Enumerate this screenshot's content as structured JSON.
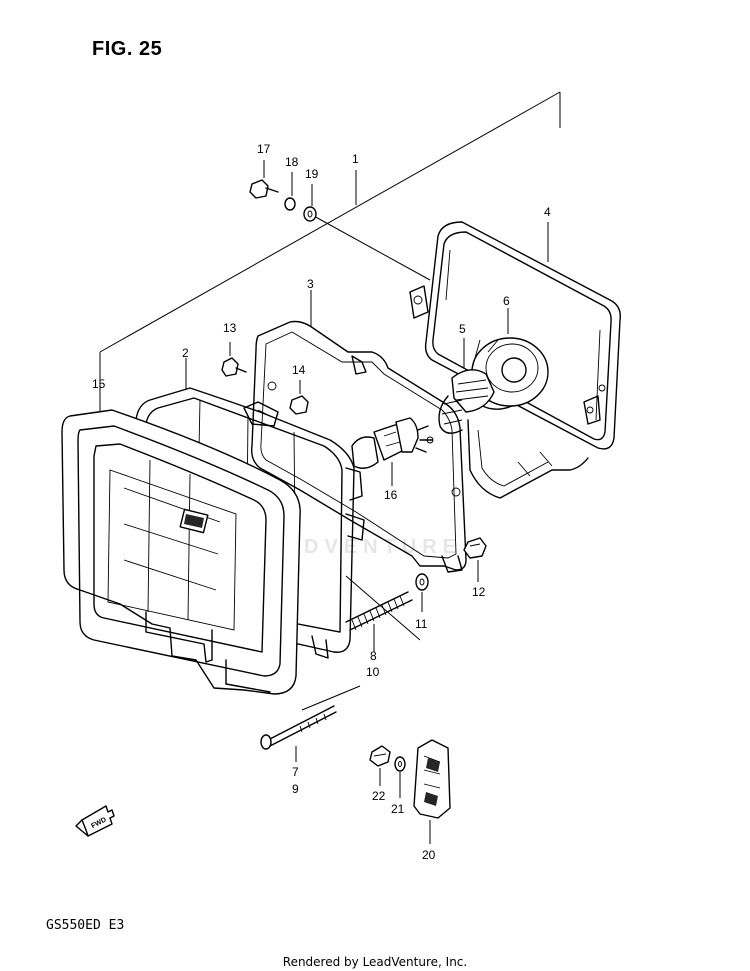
{
  "figure": {
    "title": "FIG. 25"
  },
  "model_code": "GS550ED  E3",
  "watermark": "LEADVENTURE",
  "footer": "Rendered by LeadVenture, Inc.",
  "callouts": {
    "c1": "1",
    "c2": "2",
    "c3": "3",
    "c4": "4",
    "c5": "5",
    "c6": "6",
    "c7": "7",
    "c8": "8",
    "c9": "9",
    "c10": "10",
    "c11": "11",
    "c12": "12",
    "c13": "13",
    "c14": "14",
    "c15": "15",
    "c16": "16",
    "c17": "17",
    "c18": "18",
    "c19": "19",
    "c20": "20",
    "c21": "21",
    "c22": "22"
  },
  "fwd_arrow": {
    "label": "FWD"
  }
}
